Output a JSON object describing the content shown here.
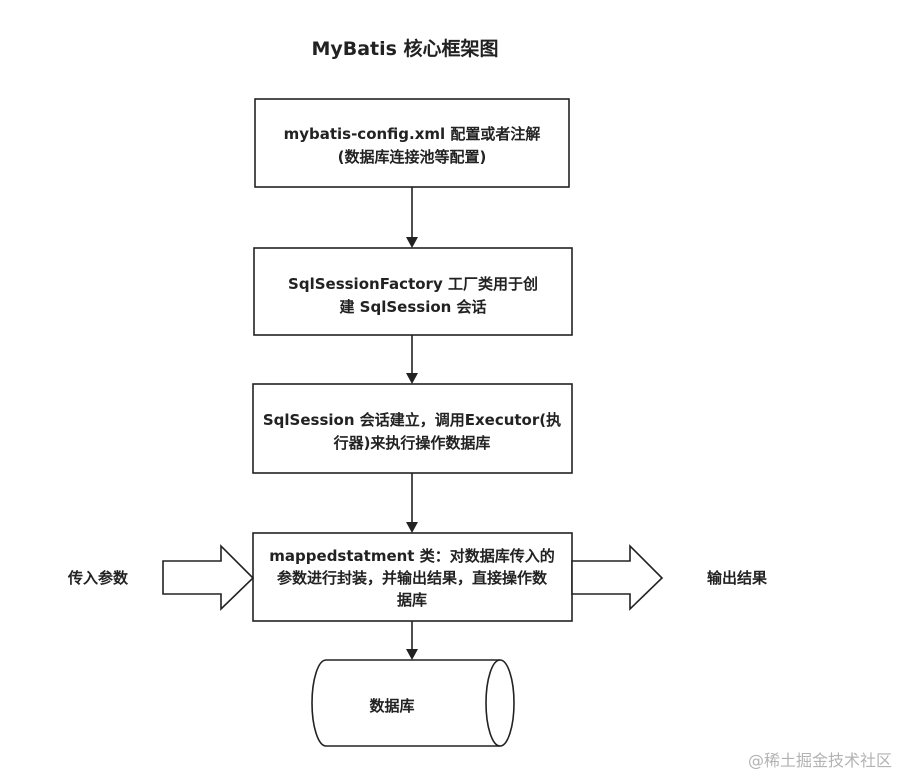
{
  "title": "MyBatis 核心框架图",
  "boxes": [
    {
      "lines": [
        "mybatis-config.xml 配置或者注解",
        "(数据库连接池等配置)"
      ]
    },
    {
      "lines": [
        "SqlSessionFactory 工厂类用于创",
        "建 SqlSession 会话"
      ]
    },
    {
      "lines": [
        "SqlSession 会话建立，调用Executor(执",
        "行器)来执行操作数据库"
      ]
    },
    {
      "lines": [
        "mappedstatment 类：对数据库传入的",
        "参数进行封装，并输出结果，直接操作数",
        "据库"
      ]
    }
  ],
  "input_label": "传入参数",
  "output_label": "输出结果",
  "database_label": "数据库",
  "watermark": "@稀土掘金技术社区"
}
